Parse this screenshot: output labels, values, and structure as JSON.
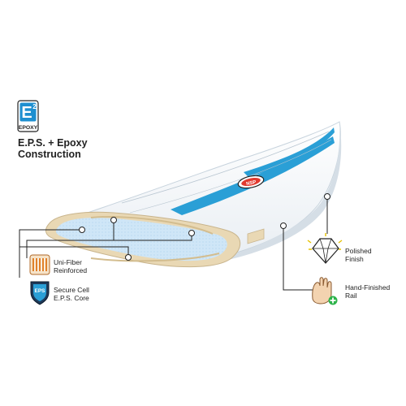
{
  "badge": {
    "big": "E",
    "sup": "2",
    "word": "EPOXY"
  },
  "heading": {
    "line1": "E.P.S. + Epoxy",
    "line2": "Construction"
  },
  "board_logo": "NSP",
  "features": [
    {
      "name": "uni-fiber",
      "line1": "Uni-Fiber",
      "line2": "Reinforced",
      "icon": "fiber-icon"
    },
    {
      "name": "eps-core",
      "line1": "Secure Cell",
      "line2": "E.P.S. Core",
      "icon": "eps-shield-icon",
      "icon_text": "EPS"
    },
    {
      "name": "polished",
      "line1": "Polished",
      "line2": "Finish",
      "icon": "diamond-icon"
    },
    {
      "name": "hand-finished",
      "line1": "Hand-Finished",
      "line2": "Rail",
      "icon": "hand-icon"
    }
  ],
  "colors": {
    "accent_blue": "#2a9fd6",
    "badge_blue": "#1e8fd0",
    "foam": "#cfe6f7",
    "fiber": "#e9d8b4",
    "leader": "#222222",
    "plus_green": "#2db34a"
  }
}
